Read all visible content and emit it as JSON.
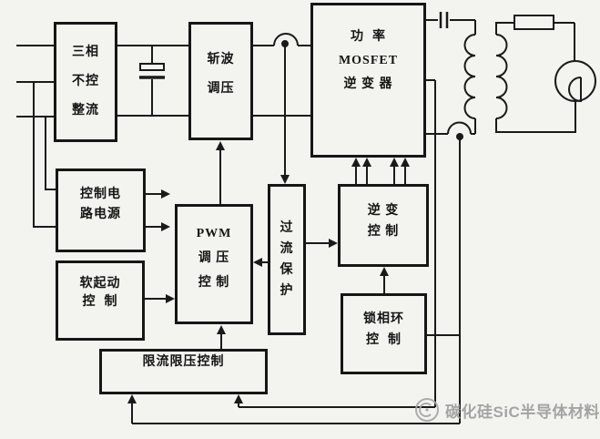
{
  "figure": {
    "background_color": "#f3f3f0",
    "ink_color": "#1a1a1a",
    "watermark_color": "#9c9c9c"
  },
  "blocks": {
    "rectifier": {
      "lines": [
        "三相",
        "不控",
        "整流"
      ]
    },
    "chopper": {
      "lines": [
        "斩波",
        "调压"
      ]
    },
    "inverter": {
      "lines": [
        "功  率",
        "MOSFET",
        "逆 变 器"
      ]
    },
    "control_power": {
      "lines": [
        "控制电",
        "路电源"
      ]
    },
    "soft_start": {
      "lines": [
        "软起动",
        "控  制"
      ]
    },
    "pwm": {
      "lines": [
        "PWM",
        "调 压",
        "控 制"
      ]
    },
    "overcurrent": {
      "lines": [
        "过",
        "流",
        "保",
        "护"
      ]
    },
    "inverter_control": {
      "lines": [
        "逆 变",
        "控 制"
      ]
    },
    "pll": {
      "lines": [
        "锁相环",
        "控  制"
      ]
    },
    "limiter": {
      "lines": [
        "限流限压控制"
      ]
    }
  },
  "watermark": {
    "text": "碳化硅SiC半导体材料"
  }
}
